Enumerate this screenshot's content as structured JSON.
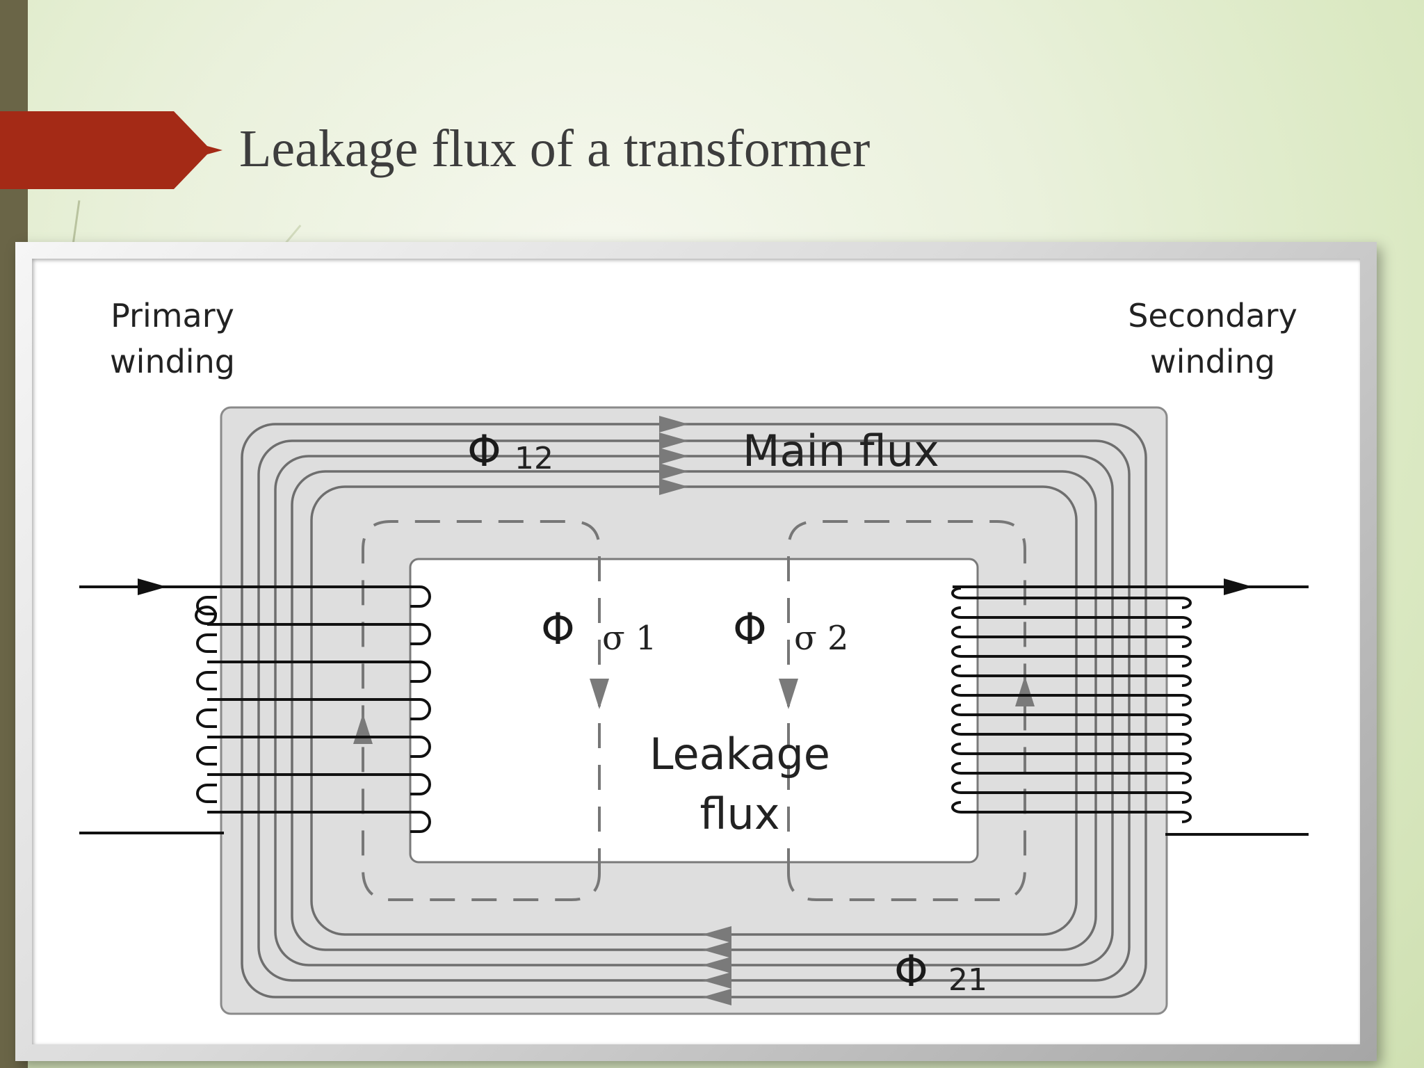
{
  "slide": {
    "title": "Leakage flux of a transformer"
  },
  "diagram": {
    "primary_label_line1": "Primary",
    "primary_label_line2": "winding",
    "secondary_label_line1": "Secondary",
    "secondary_label_line2": "winding",
    "main_flux_label": "Main flux",
    "phi_symbol": "Φ",
    "phi12_sub": "12",
    "phi21_sub": "21",
    "phi_sigma1_sub": "σ 1",
    "phi_sigma2_sub": "σ 2",
    "leakage_line1": "Leakage",
    "leakage_line2": "flux"
  },
  "colors": {
    "banner": "#a42a16",
    "side_bar": "#6a6547",
    "title_text": "#3d3d3d",
    "core_fill": "#dedede",
    "flux_lines": "#6e6e6e"
  }
}
